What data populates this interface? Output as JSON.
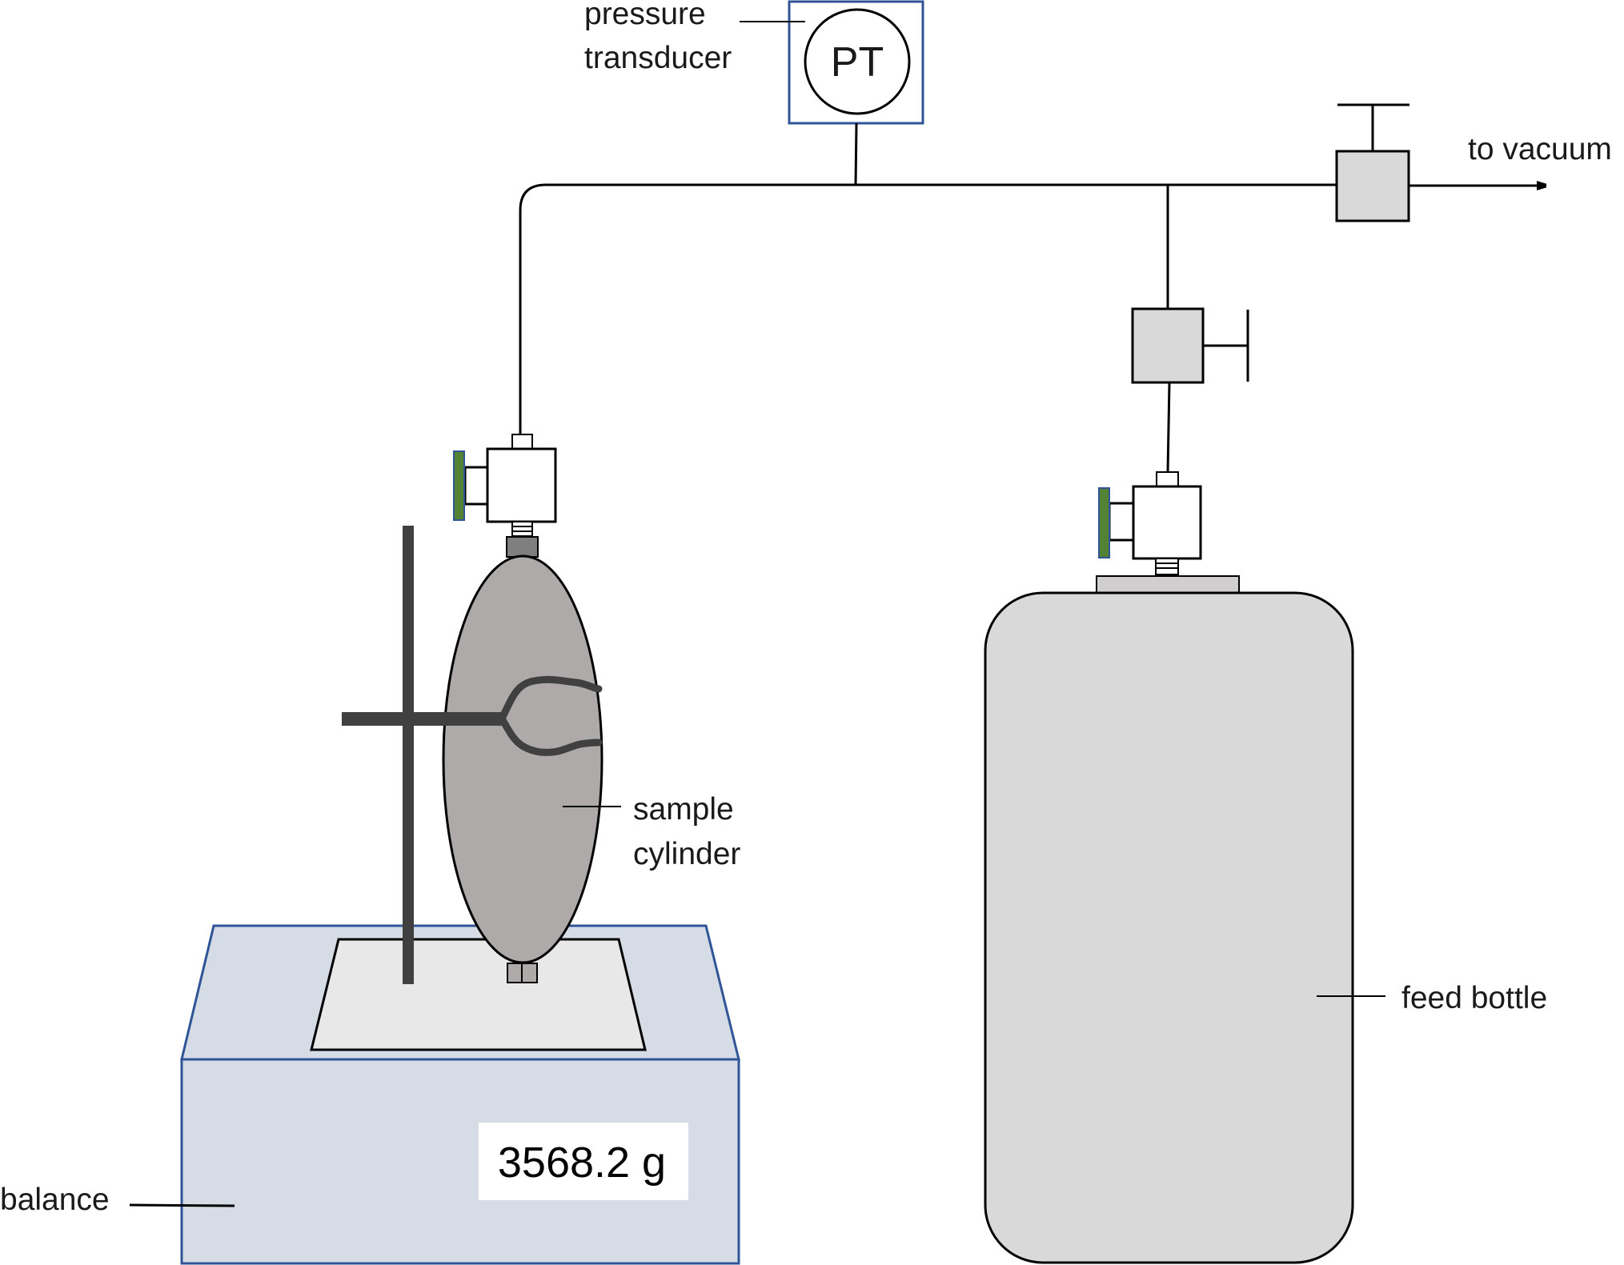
{
  "labels": {
    "pressure_transducer_line1": "pressure",
    "pressure_transducer_line2": "transducer",
    "pt_symbol": "PT",
    "to_vacuum": "to vacuum",
    "sample_cylinder_line1": "sample",
    "sample_cylinder_line2": "cylinder",
    "feed_bottle": "feed bottle",
    "balance": "balance"
  },
  "balance_readout": "3568.2 g",
  "colors": {
    "line": "#000000",
    "frame_blue": "#2f5597",
    "balance_fill": "#d6dce5",
    "pan_fill": "#e8e8e8",
    "cylinder_fill": "#aeaaaa",
    "valve_fill": "#d9d9d9",
    "stand_dark": "#404040",
    "knob_green": "#548235",
    "bottle_fill": "#d9d9d9"
  }
}
